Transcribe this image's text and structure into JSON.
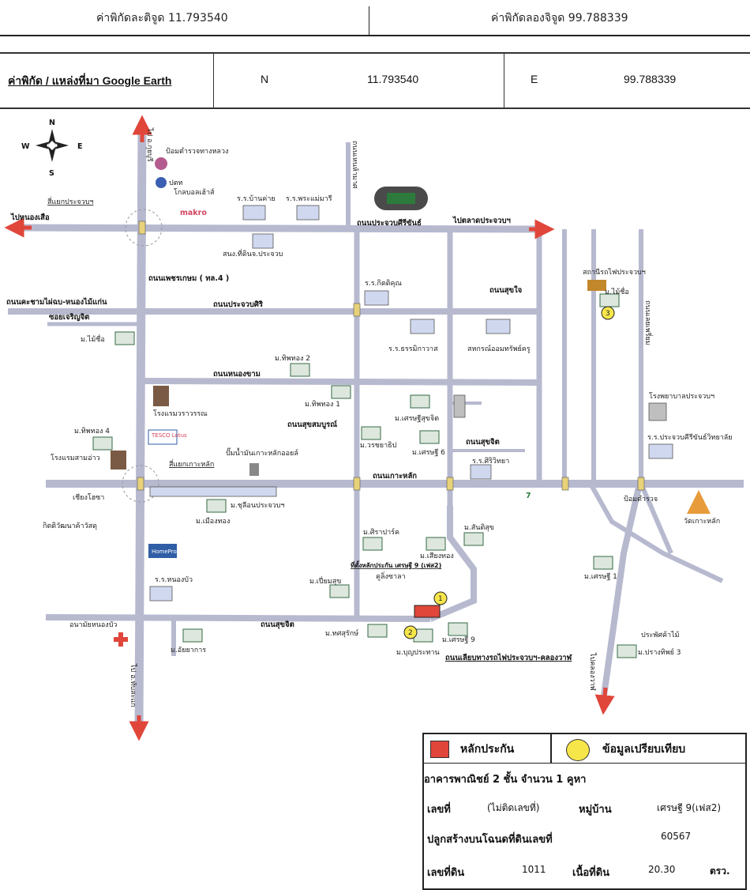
{
  "header": {
    "lat_label": "ค่าพิกัดละติจูด 11.793540",
    "lon_label": "ค่าพิกัดลองจิจูด 99.788339"
  },
  "coord_box": {
    "source": "ค่าพิกัด / แหล่งที่มา Google Earth",
    "n_label": "N",
    "n_value": "11.793540",
    "e_label": "E",
    "e_value": "99.788339"
  },
  "map": {
    "compass": {
      "n": "N",
      "s": "S",
      "e": "E",
      "w": "W"
    },
    "roads": {
      "petkasem": "ถนนเพชรเกษม ( ทล.4 )",
      "prachuap_siri": "ถนนประจวบศิริ",
      "prachuap_sirikhan": "ถนนประจวบศีรีขันธ์",
      "nong_kham": "ถนนหนองขาม",
      "ko_lak": "ถนนเกาะหลัก",
      "suk_jit": "ถนนสุขจิต",
      "suk_jai": "ถนนสุขใจ",
      "suk_somboon": "ถนนสุขสมบูรณ์",
      "suk_jit2": "ถนนสุขจิต",
      "kha_cham": "ถนนคะชามไผ่ฉบ-หนองไม้แก่น",
      "rail_parallel": "ถนนเลียบทางรถไฟประจวบฯ-คลองวาฬ",
      "soi_charoen": "ซอยเจริญจิต",
      "kha_kor": "ถนนเหนห้ามาศ",
      "chong_kam": "ถนนเลยเพรี่ยม"
    },
    "directions": {
      "to_kui": "ไป อ.กุยบุรี",
      "to_nong_hoi": "ไปหนองเสือ",
      "to_market": "ไปตลาดประจวบฯ",
      "to_thap_sakae": "ไป อ.ทับสะแก",
      "to_khlong_wan": "ไปคลองวาฬ",
      "intersection1": "สี่แยกประจวบฯ",
      "intersection2": "สี่แยกเกาะหลัก"
    },
    "places": {
      "checkpoint": "ป้อมตำรวจทางหลวง",
      "ptt": "ปตท",
      "global_house": "โกลบอลเฮ้าส์",
      "makro": "makro",
      "school_baan": "ร.ร.บ้านค่าย",
      "school_phra": "ร.ร.พระแม่มารี",
      "land_office": "สนง.ที่ดินจ.ประจวบ",
      "school_kit": "ร.ร.กิตติคุณ",
      "school_tham": "ร.ร.ธรรมิกาวาส",
      "coop": "สหกรณ์ออมทรัพย์ครู",
      "station": "สถานีรถไฟประจวบฯ",
      "v_maisue_r": "ม.ไม้ชื่อ",
      "v_maisue_l": "ม.ไม้ชื่อ",
      "v_tiptong2": "ม.ทิพทอง 2",
      "v_tiptong1": "ม.ทิพทอง 1",
      "v_tiptong4": "ม.ทิพทอง 4",
      "v_setthi_suk": "ม.เศรษฐีสุขจิต",
      "v_setthi6": "ม.เศรษฐี 6",
      "v_waraporn": "ม.วรชยาธิป",
      "hotel_wara": "โรงแรมวราวรรณ",
      "hotel_sam": "โรงแรมสามอ่าว",
      "tesco": "TESCO Lotus",
      "gas": "ปั๊มน้ำมันเกาะหลักออยล์",
      "school_siri": "ร.ร.ศิริวิทยา",
      "school_prach": "ร.ร.ประจวบคีรีขันธ์วิทยาลัย",
      "hospital": "โรงพยาบาลประจวบฯ",
      "klong_toey": "เชียงโฮซา",
      "v_chuchuen": "ม.ชุลีอนประจวบฯ",
      "v_muang_tong": "ม.เมืองทอง",
      "kit_wat": "กิตติวัฒนาค้าวัสดุ",
      "homepro": "HomePro",
      "v_sirapark": "ม.ศิราปาร์ค",
      "v_siangtong": "ม.เสียงทอง",
      "v_sansuk": "ม.สันติสุข",
      "collateral_note": "ที่ตั้งหลักประกัน เศรษฐี 9 (เฟส2)",
      "compare": "คูลิ่งซาลา",
      "school_nongbua": "ร.ร.หนองบัว",
      "v_pimsuk": "ม.เปี่ยมสุข",
      "v_setthi1": "ม.เศรษฐี 1",
      "temple": "วัดเกาะหลัก",
      "police": "ป้อมตำรวจ",
      "health": "อนามัยหนองบัว",
      "v_aiyakarn": "ม.อัยยาการ",
      "v_satsuksa": "ม.ทศสุรักษ์",
      "v_setthi9": "ม.เศรษฐี 9",
      "v_boonprachan": "ม.บุญประทาน",
      "v_prangtip": "ม.ปรางทิพย์ 3",
      "pratchaya": "ประพัศค้าไม้",
      "num1": "1",
      "num2": "2",
      "num3": "3",
      "seven": "7"
    }
  },
  "legend": {
    "collateral": "หลักประกัน",
    "comparison": "ข้อมูลเปรียบเทียบ",
    "building": "อาคารพาณิชย์ 2 ชั้น จำนวน 1 คูหา",
    "no_label": "เลขที่",
    "no_value": "(ไม่ติดเลขที่)",
    "village_label": "หมู่บ้าน",
    "village_value": "เศรษฐี 9(เฟส2)",
    "deed_label": "ปลูกสร้างบนโฉนดที่ดินเลขที่",
    "deed_value": "60567",
    "land_no_label": "เลขที่ดิน",
    "land_no_value": "1011",
    "area_label": "เนื้อที่ดิน",
    "area_value": "20.30",
    "area_unit": "ตรว."
  },
  "colors": {
    "road": "#b7b9cf",
    "arrow": "#e0463a",
    "collateral": "#e0463a",
    "comparison": "#f7e64a"
  }
}
